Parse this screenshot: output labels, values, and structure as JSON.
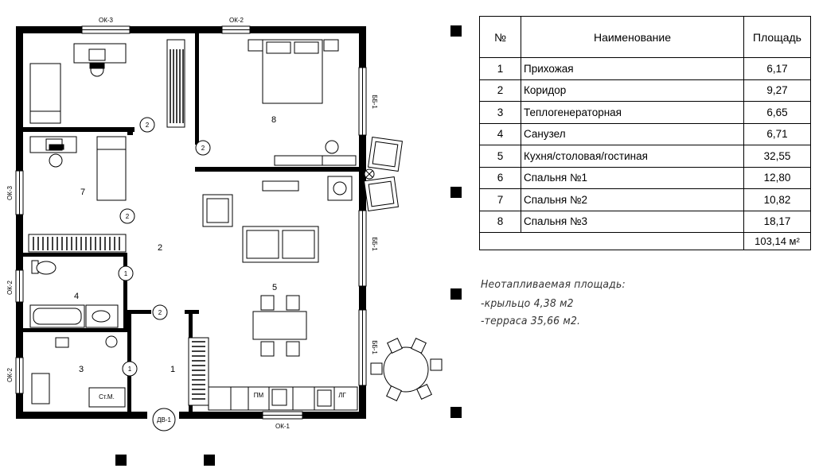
{
  "plan": {
    "rooms": [
      {
        "num": "1"
      },
      {
        "num": "2"
      },
      {
        "num": "3"
      },
      {
        "num": "4"
      },
      {
        "num": "5"
      },
      {
        "num": "7"
      },
      {
        "num": "8"
      }
    ],
    "windows": {
      "w1": "ОК-3",
      "w2": "ОК-2",
      "w3": "ОК-3",
      "w4": "ОК-2",
      "w5": "ОК-2",
      "w6": "ОК-1",
      "w7": "ББ-1",
      "w8": "ББ-1",
      "w9": "ББ-1"
    },
    "door_entry": "ДВ-1",
    "door_tag": "2",
    "door_tag_1": "1",
    "appliances": {
      "stm": "Ст.М.",
      "pm": "ПМ",
      "lg": "ЛГ"
    }
  },
  "table": {
    "headers": {
      "num": "№",
      "name": "Наименование",
      "area": "Площадь"
    },
    "rows": [
      {
        "num": "1",
        "name": "Прихожая",
        "area": "6,17"
      },
      {
        "num": "2",
        "name": "Коридор",
        "area": "9,27"
      },
      {
        "num": "3",
        "name": "Теплогенераторная",
        "area": "6,65"
      },
      {
        "num": "4",
        "name": "Санузел",
        "area": "6,71"
      },
      {
        "num": "5",
        "name": "Кухня/столовая/гостиная",
        "area": "32,55"
      },
      {
        "num": "6",
        "name": "Спальня №1",
        "area": "12,80"
      },
      {
        "num": "7",
        "name": "Спальня №2",
        "area": "10,82"
      },
      {
        "num": "8",
        "name": "Спальня №3",
        "area": "18,17"
      }
    ],
    "total": "103,14 м²"
  },
  "notes": {
    "title": "Неотапливаемая площадь:",
    "porch": "-крыльцо 4,38 м2",
    "terrace": "-терраса 35,66 м2."
  }
}
